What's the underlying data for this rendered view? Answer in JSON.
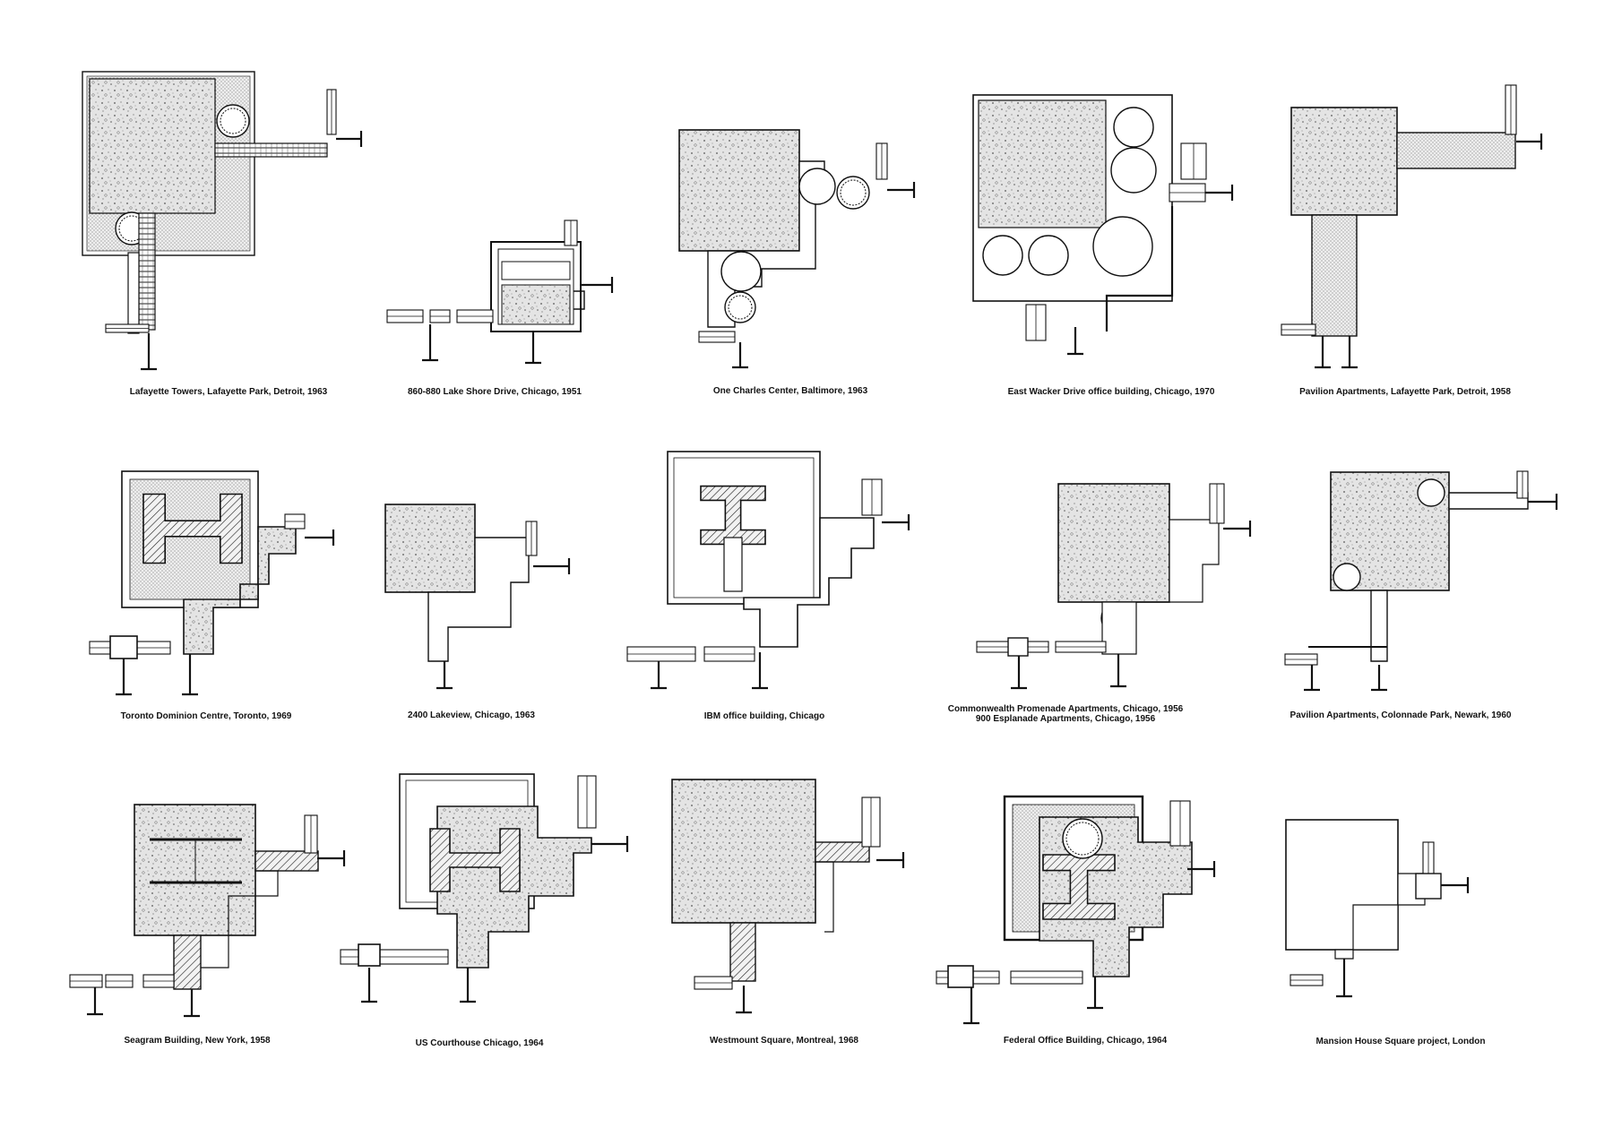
{
  "page": {
    "background": "#ffffff",
    "ink": "#111111",
    "fill_tone": "#dcdcdc"
  },
  "details": [
    {
      "id": "lafayette-towers",
      "caption": [
        "Lafayette Towers, Lafayette Park, Detroit, 1963"
      ],
      "type": "corner-two-columns"
    },
    {
      "id": "860-880-lake-shore",
      "caption": [
        "860-880 Lake Shore Drive, Chicago, 1951"
      ],
      "type": "small-frame"
    },
    {
      "id": "one-charles-center",
      "caption": [
        "One Charles Center, Baltimore, 1963"
      ],
      "type": "concrete-circles"
    },
    {
      "id": "east-wacker-drive",
      "caption": [
        "East Wacker Drive office building, Chicago, 1970"
      ],
      "type": "large-circles"
    },
    {
      "id": "pavilion-lafayette",
      "caption": [
        "Pavilion Apartments, Lafayette Park, Detroit, 1958"
      ],
      "type": "concrete-arms"
    },
    {
      "id": "toronto-dominion",
      "caption": [
        "Toronto Dominion Centre, Toronto, 1969"
      ],
      "type": "encased-hbeam"
    },
    {
      "id": "2400-lakeview",
      "caption": [
        "2400 Lakeview, Chicago, 1963"
      ],
      "type": "concrete-small"
    },
    {
      "id": "ibm-office",
      "caption": [
        "IBM office building, Chicago"
      ],
      "type": "boxed-hbeam"
    },
    {
      "id": "commonwealth-promenade",
      "caption": [
        "Commonwealth Promenade Apartments, Chicago, 1956",
        "900 Esplanade Apartments, Chicago, 1956"
      ],
      "type": "concrete-circles-b"
    },
    {
      "id": "pavilion-colonnade",
      "caption": [
        "Pavilion Apartments, Colonnade Park, Newark, 1960"
      ],
      "type": "concrete-arms-circles"
    },
    {
      "id": "seagram-building",
      "caption": [
        "Seagram Building, New York, 1958"
      ],
      "type": "encased-h-concrete"
    },
    {
      "id": "us-courthouse",
      "caption": [
        "US Courthouse Chicago, 1964"
      ],
      "type": "hbeam-concrete-step"
    },
    {
      "id": "westmount-square",
      "caption": [
        "Westmount Square, Montreal, 1968"
      ],
      "type": "concrete-large"
    },
    {
      "id": "federal-office",
      "caption": [
        "Federal Office Building, Chicago, 1964"
      ],
      "type": "hbeam-circle-top"
    },
    {
      "id": "mansion-house",
      "caption": [
        "Mansion House Square project, London"
      ],
      "type": "empty-square"
    }
  ]
}
